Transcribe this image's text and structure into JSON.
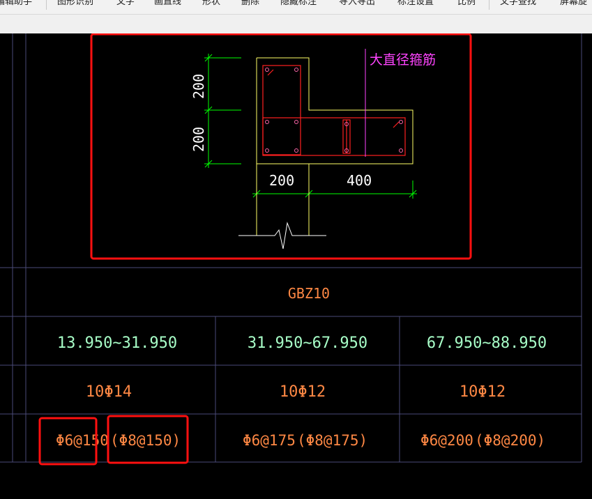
{
  "toolbar": {
    "items": [
      "编辑助手",
      "图形识别",
      "文字",
      "画直线",
      "形状",
      "删除",
      "隐藏标注",
      "导入导出",
      "标注设置",
      "比例",
      "文字查找",
      "屏幕旋"
    ]
  },
  "drawing": {
    "callout_label": "大直径箍筋",
    "dim_left_top": "200",
    "dim_left_bottom": "200",
    "dim_bottom_left": "200",
    "dim_bottom_right": "400"
  },
  "table": {
    "title": "GBZ10",
    "elevations": [
      "13.950~31.950",
      "31.950~67.950",
      "67.950~88.950"
    ],
    "longitudinal": [
      "10Φ14",
      "10Φ12",
      "10Φ12"
    ],
    "stirrups": [
      {
        "main": "Φ6@150",
        "paren": "(Φ8@150)"
      },
      {
        "main": "Φ6@175",
        "paren": "(Φ8@175)"
      },
      {
        "main": "Φ6@200",
        "paren": "(Φ8@200)"
      }
    ]
  },
  "colors": {
    "green": "#00ff00",
    "yellow": "#ffff66",
    "red_bar": "#ff2020",
    "magenta": "#ff44ff",
    "table_line": "#4a4a78",
    "orange_text": "#ff8844",
    "mint_text": "#a8ffc8",
    "highlight": "#ff1010"
  }
}
